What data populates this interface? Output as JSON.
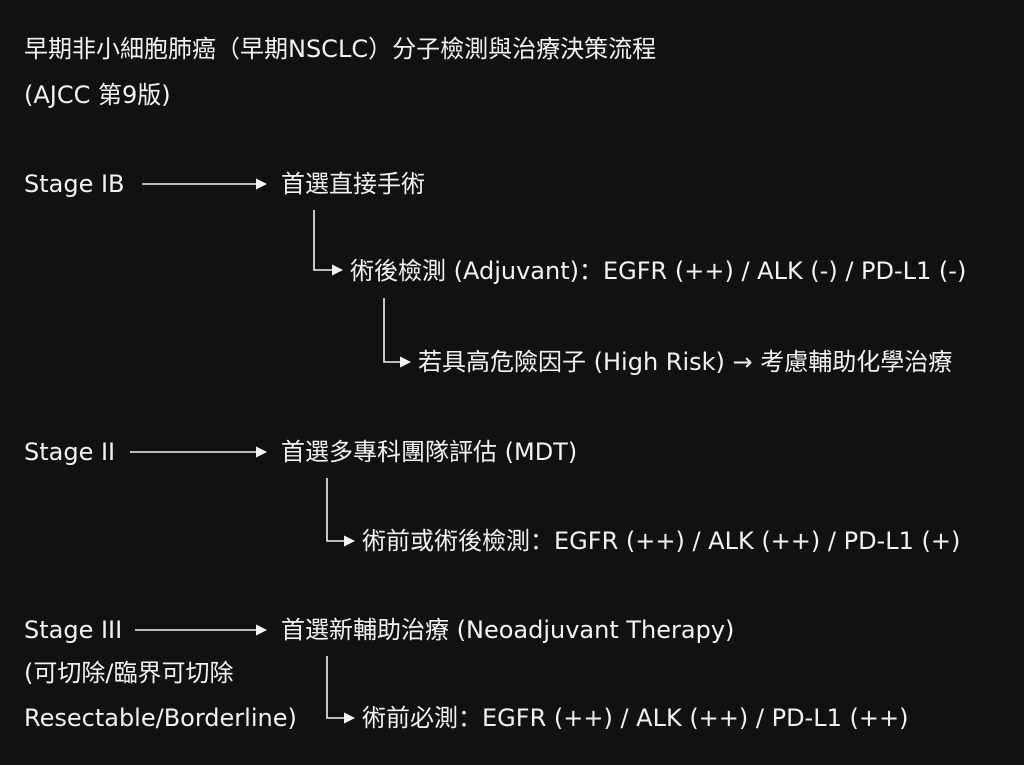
{
  "title": {
    "line1": "早期非小細胞肺癌（早期NSCLC）分子檢測與治療決策流程",
    "line2": "(AJCC 第9版)"
  },
  "stages": [
    {
      "label": "Stage IB",
      "primary": "首選直接手術",
      "test": "術後檢測 (Adjuvant)：EGFR (++) / ALK (-) / PD-L1 (-)",
      "extra": "若具高危險因子 (High Risk) → 考慮輔助化學治療"
    },
    {
      "label": "Stage II",
      "primary": "首選多專科團隊評估 (MDT)",
      "test": "術前或術後檢測：EGFR (++) / ALK (++) / PD-L1 (+)"
    },
    {
      "label": "Stage III",
      "sublabel1": "(可切除/臨界可切除",
      "sublabel2": "Resectable/Borderline)",
      "primary": "首選新輔助治療 (Neoadjuvant Therapy)",
      "test": "術前必測：EGFR (++) / ALK (++) / PD-L1 (++)"
    }
  ],
  "colors": {
    "background": "#111111",
    "text": "#f2f2f2",
    "line": "#f2f2f2"
  }
}
